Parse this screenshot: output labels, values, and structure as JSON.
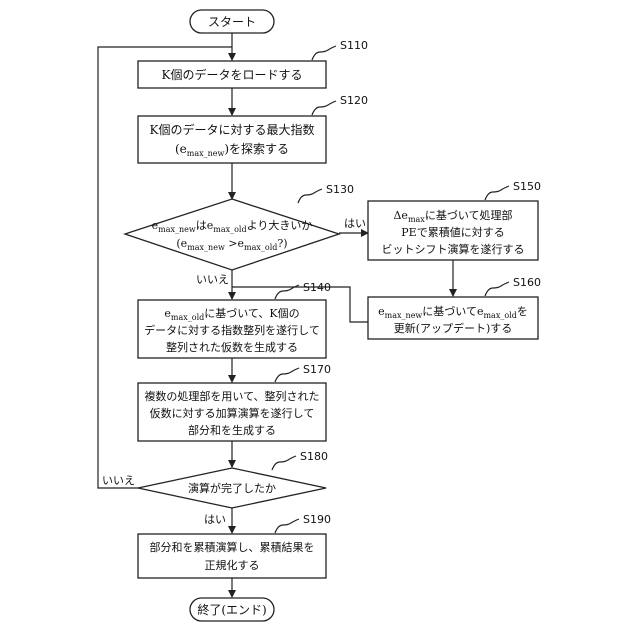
{
  "start": "スタート",
  "end": "終了(エンド)",
  "yes_s130": "はい",
  "no_s130": "いいえ",
  "yes_s180": "はい",
  "no_s180": "いいえ",
  "steps": {
    "s110": {
      "label": "S110",
      "lines": [
        "K個のデータをロードする"
      ]
    },
    "s120": {
      "label": "S120",
      "lines": [
        "K個のデータに対する最大指数"
      ]
    },
    "s130": {
      "label": "S130"
    },
    "s140": {
      "label": "S140",
      "lines": [
        "データに対する指数整列を遂行して",
        "整列された仮数を生成する"
      ]
    },
    "s150": {
      "label": "S150",
      "lines": [
        "PEで累積値に対する",
        "ビットシフト演算を遂行する"
      ]
    },
    "s160": {
      "label": "S160"
    },
    "s170": {
      "label": "S170",
      "lines": [
        "複数の処理部を用いて、整列された",
        "仮数に対する加算演算を遂行して",
        "部分和を生成する"
      ]
    },
    "s180": {
      "label": "S180",
      "lines": [
        "演算が完了したか"
      ]
    },
    "s190": {
      "label": "S190",
      "lines": [
        "部分和を累積演算し、累積結果を",
        "正規化する"
      ]
    }
  }
}
